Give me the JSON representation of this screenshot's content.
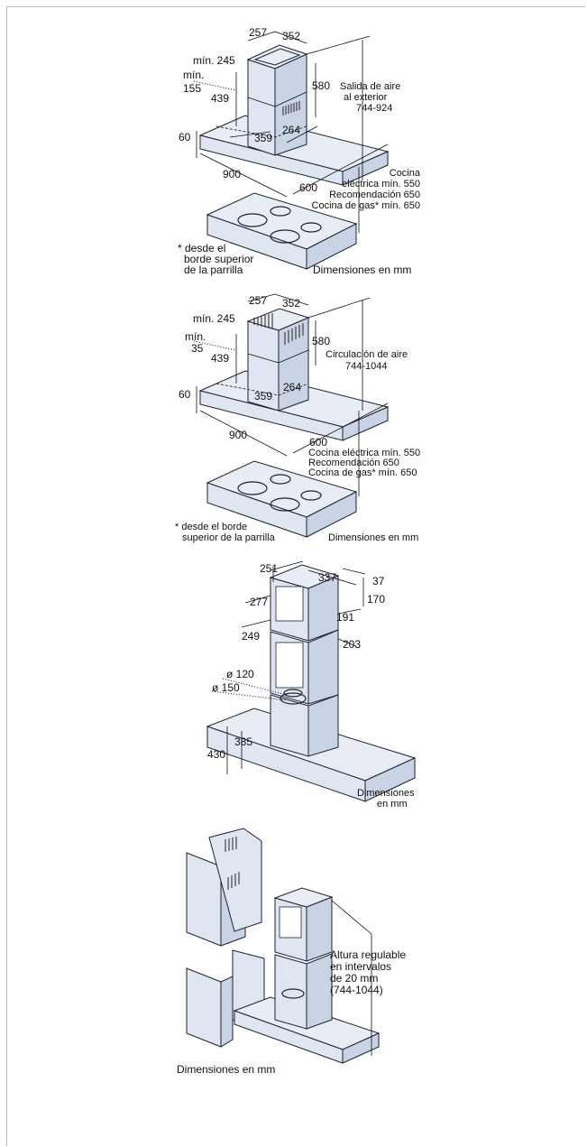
{
  "fig1": {
    "dims": [
      "257",
      "352",
      "mín. 245",
      "mín.",
      "155",
      "439",
      "580",
      "60",
      "359",
      "264",
      "900",
      "600"
    ],
    "outlet": [
      "Salida de aire",
      "al exterior",
      "744-924"
    ],
    "cooktop": [
      "Cocina",
      "eléctrica mín. 550",
      "Recomendación 650",
      "Cocina de gas* mín. 650"
    ],
    "note": [
      "* desde el",
      "borde superior",
      "de la parrilla"
    ],
    "units": "Dimensiones en mm"
  },
  "fig2": {
    "dims": [
      "257",
      "352",
      "mín. 245",
      "mín.",
      "35",
      "439",
      "580",
      "60",
      "359",
      "264",
      "900",
      "600"
    ],
    "recirc": [
      "Circulación de aire",
      "744-1044"
    ],
    "cooktop": [
      "Cocina eléctrica mín. 550",
      "Recomendación 650",
      "Cocina de gas* mín. 650"
    ],
    "note": [
      "* desde el borde",
      "superior de la parrilla"
    ],
    "units": "Dimensiones en mm"
  },
  "fig3": {
    "dims": [
      "251",
      "337",
      "37",
      "170",
      "277",
      "191",
      "249",
      "203",
      "ø 120",
      "ø 150",
      "385",
      "430"
    ],
    "units": [
      "Dimensiones",
      "en mm"
    ]
  },
  "fig4": {
    "label": [
      "Altura regulable",
      "en intervalos",
      "de 20 mm",
      "(744-1044)"
    ],
    "units": "Dimensiones en mm"
  }
}
